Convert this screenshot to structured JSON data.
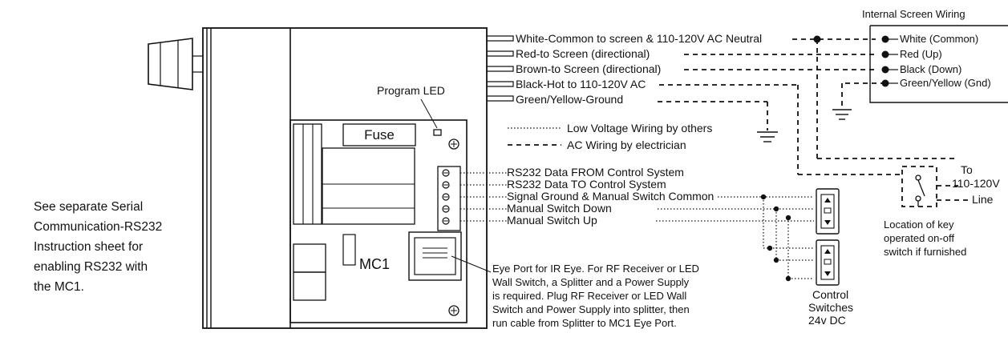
{
  "wires": [
    "White-Common to screen & 110-120V AC Neutral",
    "Red-to Screen (directional)",
    "Brown-to Screen (directional)",
    "Black-Hot to 110-120V AC",
    "Green/Yellow-Ground"
  ],
  "program_led": "Program LED",
  "fuse": "Fuse",
  "legend": {
    "low_voltage": "Low Voltage Wiring by others",
    "ac": "AC Wiring by electrician"
  },
  "terminals": [
    "RS232 Data FROM Control System",
    "RS232 Data TO Control System",
    "Signal Ground & Manual Switch Common",
    "Manual Switch Down",
    "Manual Switch Up"
  ],
  "module_label": "MC1",
  "eye_port": [
    "Eye Port for IR Eye. For RF Receiver or LED",
    "Wall Switch, a Splitter and a Power Supply",
    "is required. Plug RF Receiver or LED Wall",
    "Switch and Power Supply into splitter, then",
    "run cable from Splitter to MC1 Eye Port."
  ],
  "side_note": [
    "See separate Serial",
    "Communication-RS232",
    "Instruction sheet for",
    "enabling RS232 with",
    "the MC1."
  ],
  "internal_wiring": {
    "title": "Internal Screen Wiring",
    "items": [
      "White (Common)",
      "Red (Up)",
      "Black (Down)",
      "Green/Yellow (Gnd)"
    ]
  },
  "line_label": [
    "To",
    "110-120V",
    "Line"
  ],
  "key_switch": [
    "Location of key",
    "operated on-off",
    "switch if furnished"
  ],
  "control_switches": [
    "Control",
    "Switches",
    "24v DC"
  ]
}
